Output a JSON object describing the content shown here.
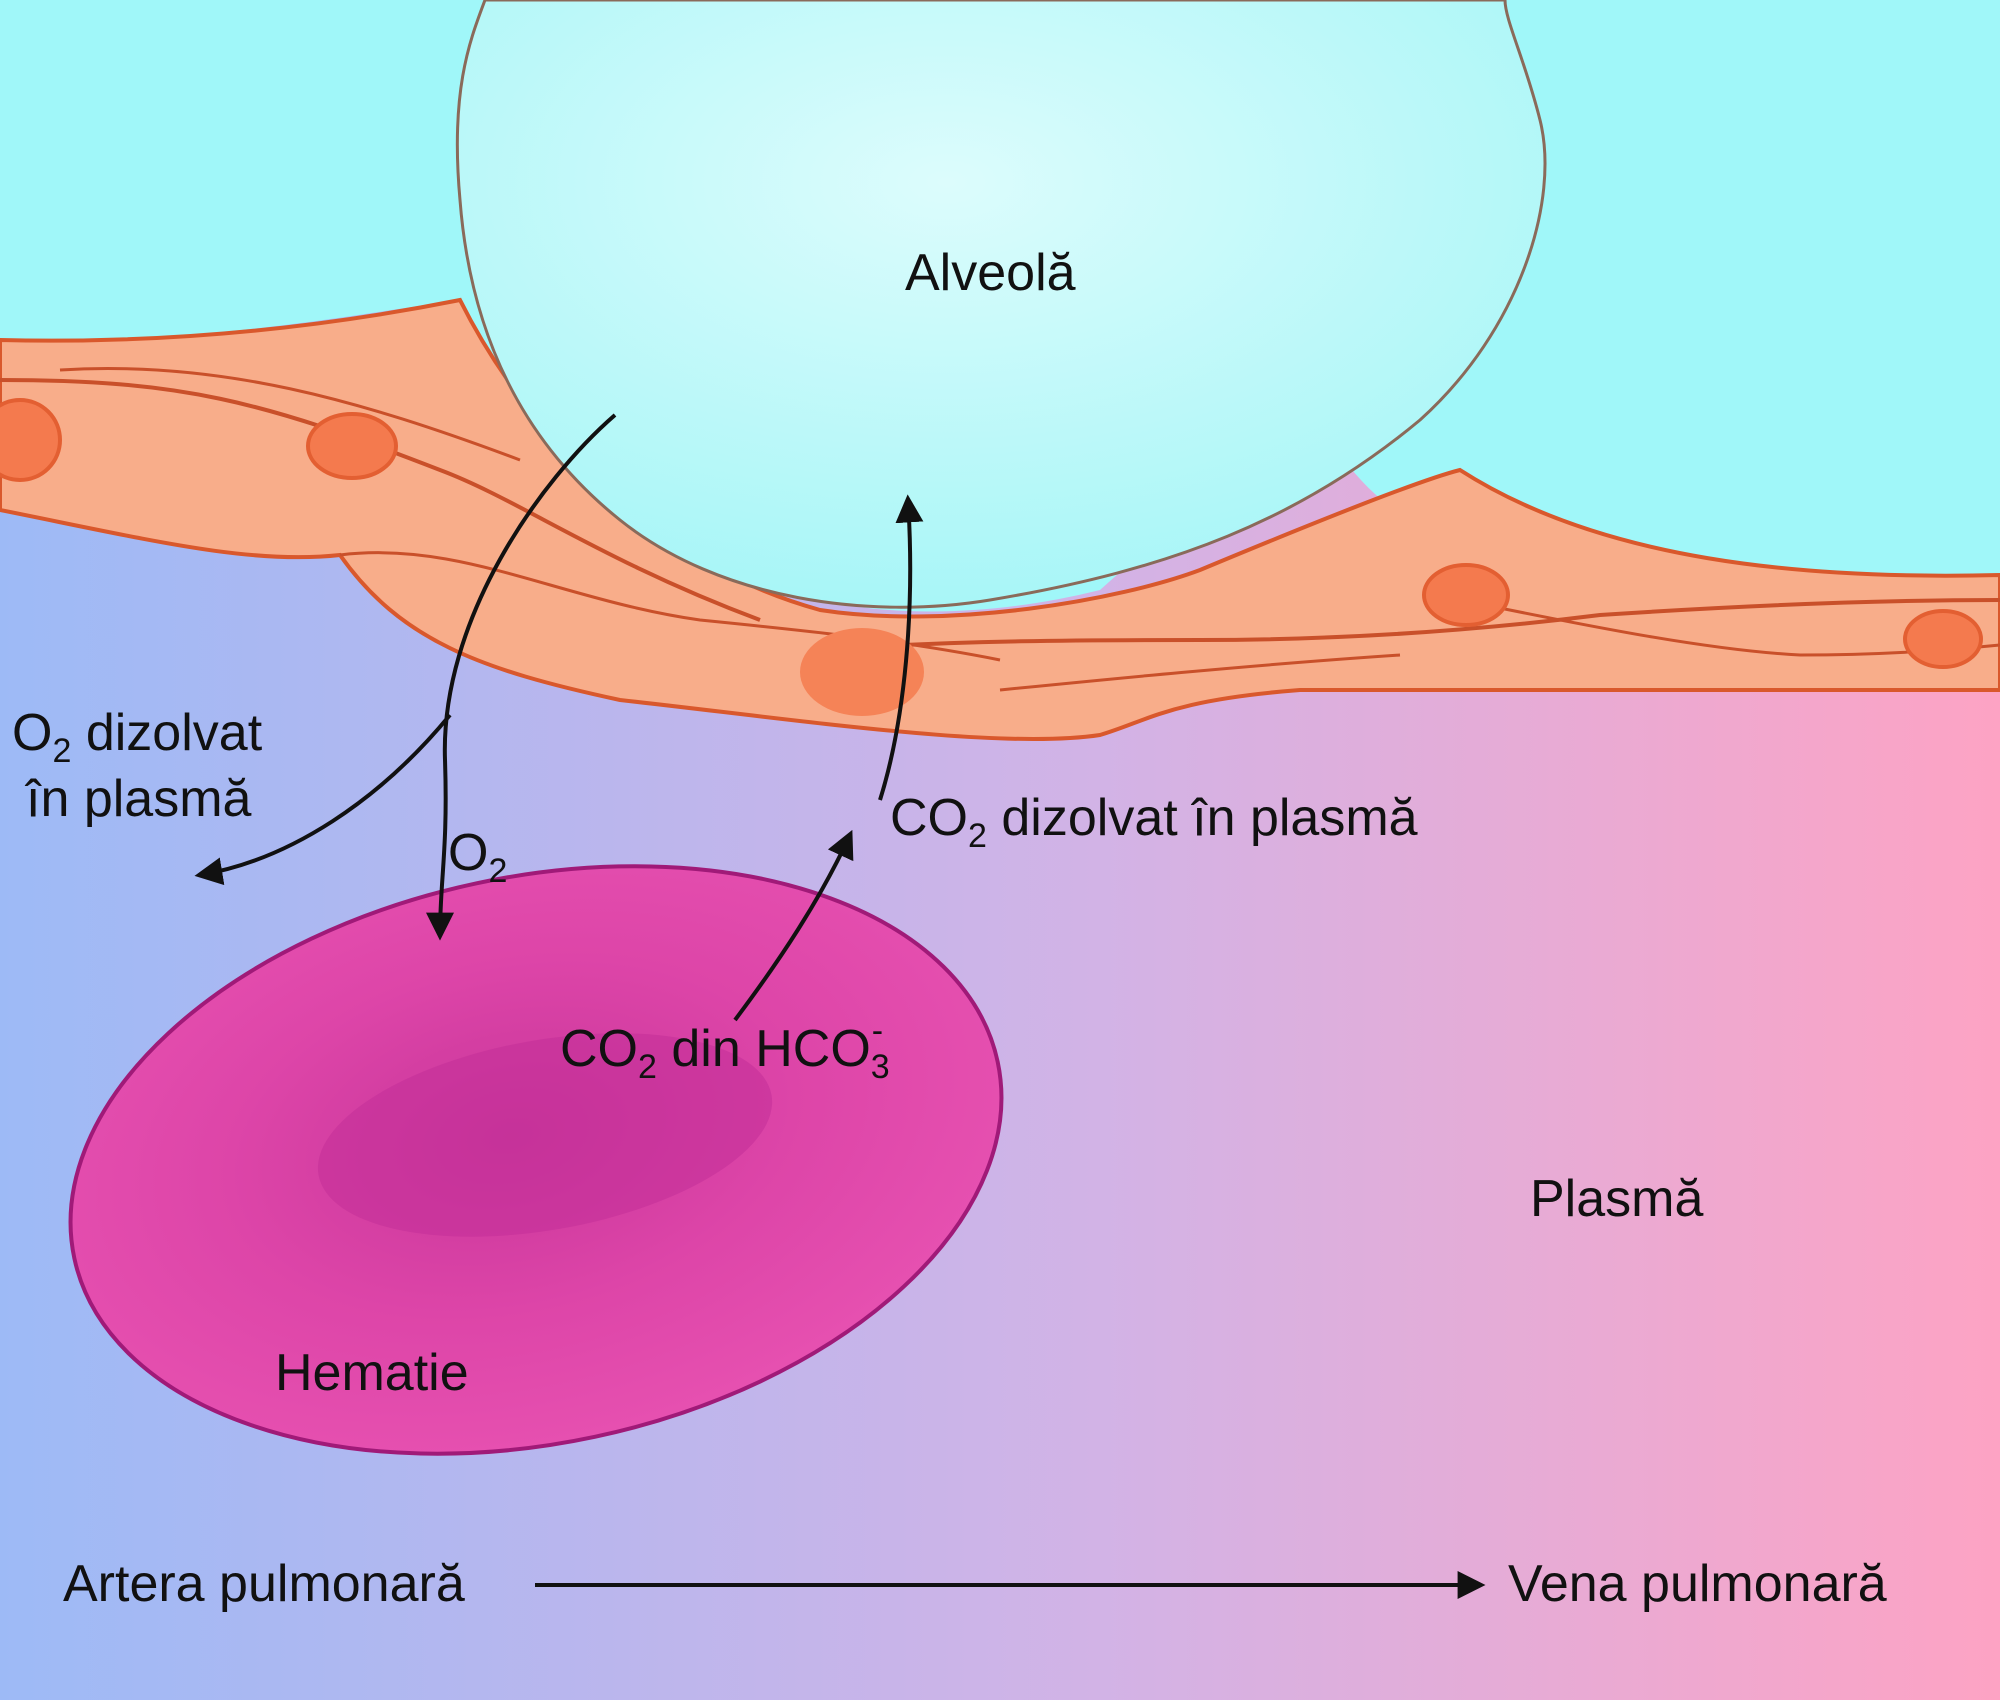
{
  "labels": {
    "alveola": "Alveolă",
    "o2_dissolved": {
      "pre": "O",
      "sub": "2",
      "post": " dizolvat",
      "line2": "în plasmă"
    },
    "o2": {
      "pre": "O",
      "sub": "2"
    },
    "co2_dissolved": {
      "pre": "CO",
      "sub": "2",
      "post": " dizolvat în plasmă"
    },
    "co2_from_hco3": {
      "pre": "CO",
      "sub": "2",
      "mid": " din HCO",
      "sub2": "3",
      "sup": "-"
    },
    "plasma": "Plasmă",
    "hematie": "Hematie",
    "artery": "Artera pulmonară",
    "vein": "Vena pulmonară"
  },
  "colors": {
    "alveolus": "#9ff6f6",
    "alveolus_light": "#dcfcfc",
    "plasma_left": "#9dbaf6",
    "plasma_right": "#fda3c4",
    "endothelium": "#f8a883",
    "endothelium_edge": "#d9582c",
    "nucleus": "#f47a4e",
    "erythrocyte": "#e04aa8",
    "erythrocyte_center": "#c93196",
    "arrow": "#111111"
  }
}
